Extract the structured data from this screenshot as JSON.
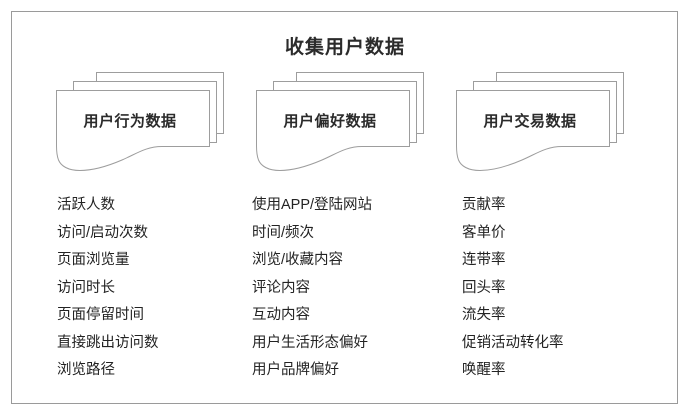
{
  "page": {
    "title": "收集用户数据",
    "background_color": "#ffffff",
    "frame_color": "#9a9a9a",
    "text_color": "#232323",
    "card_border_color": "#9d9d9d"
  },
  "columns": [
    {
      "card_title": "用户行为数据",
      "items": [
        "活跃人数",
        "访问/启动次数",
        "页面浏览量",
        "访问时长",
        "页面停留时间",
        "直接跳出访问数",
        "浏览路径"
      ]
    },
    {
      "card_title": "用户偏好数据",
      "items": [
        "使用APP/登陆网站",
        "时间/频次",
        "浏览/收藏内容",
        "评论内容",
        "互动内容",
        "用户生活形态偏好",
        "用户品牌偏好"
      ]
    },
    {
      "card_title": "用户交易数据",
      "items": [
        "贡献率",
        "客单价",
        "连带率",
        "回头率",
        "流失率",
        "促销活动转化率",
        "唤醒率"
      ]
    }
  ]
}
